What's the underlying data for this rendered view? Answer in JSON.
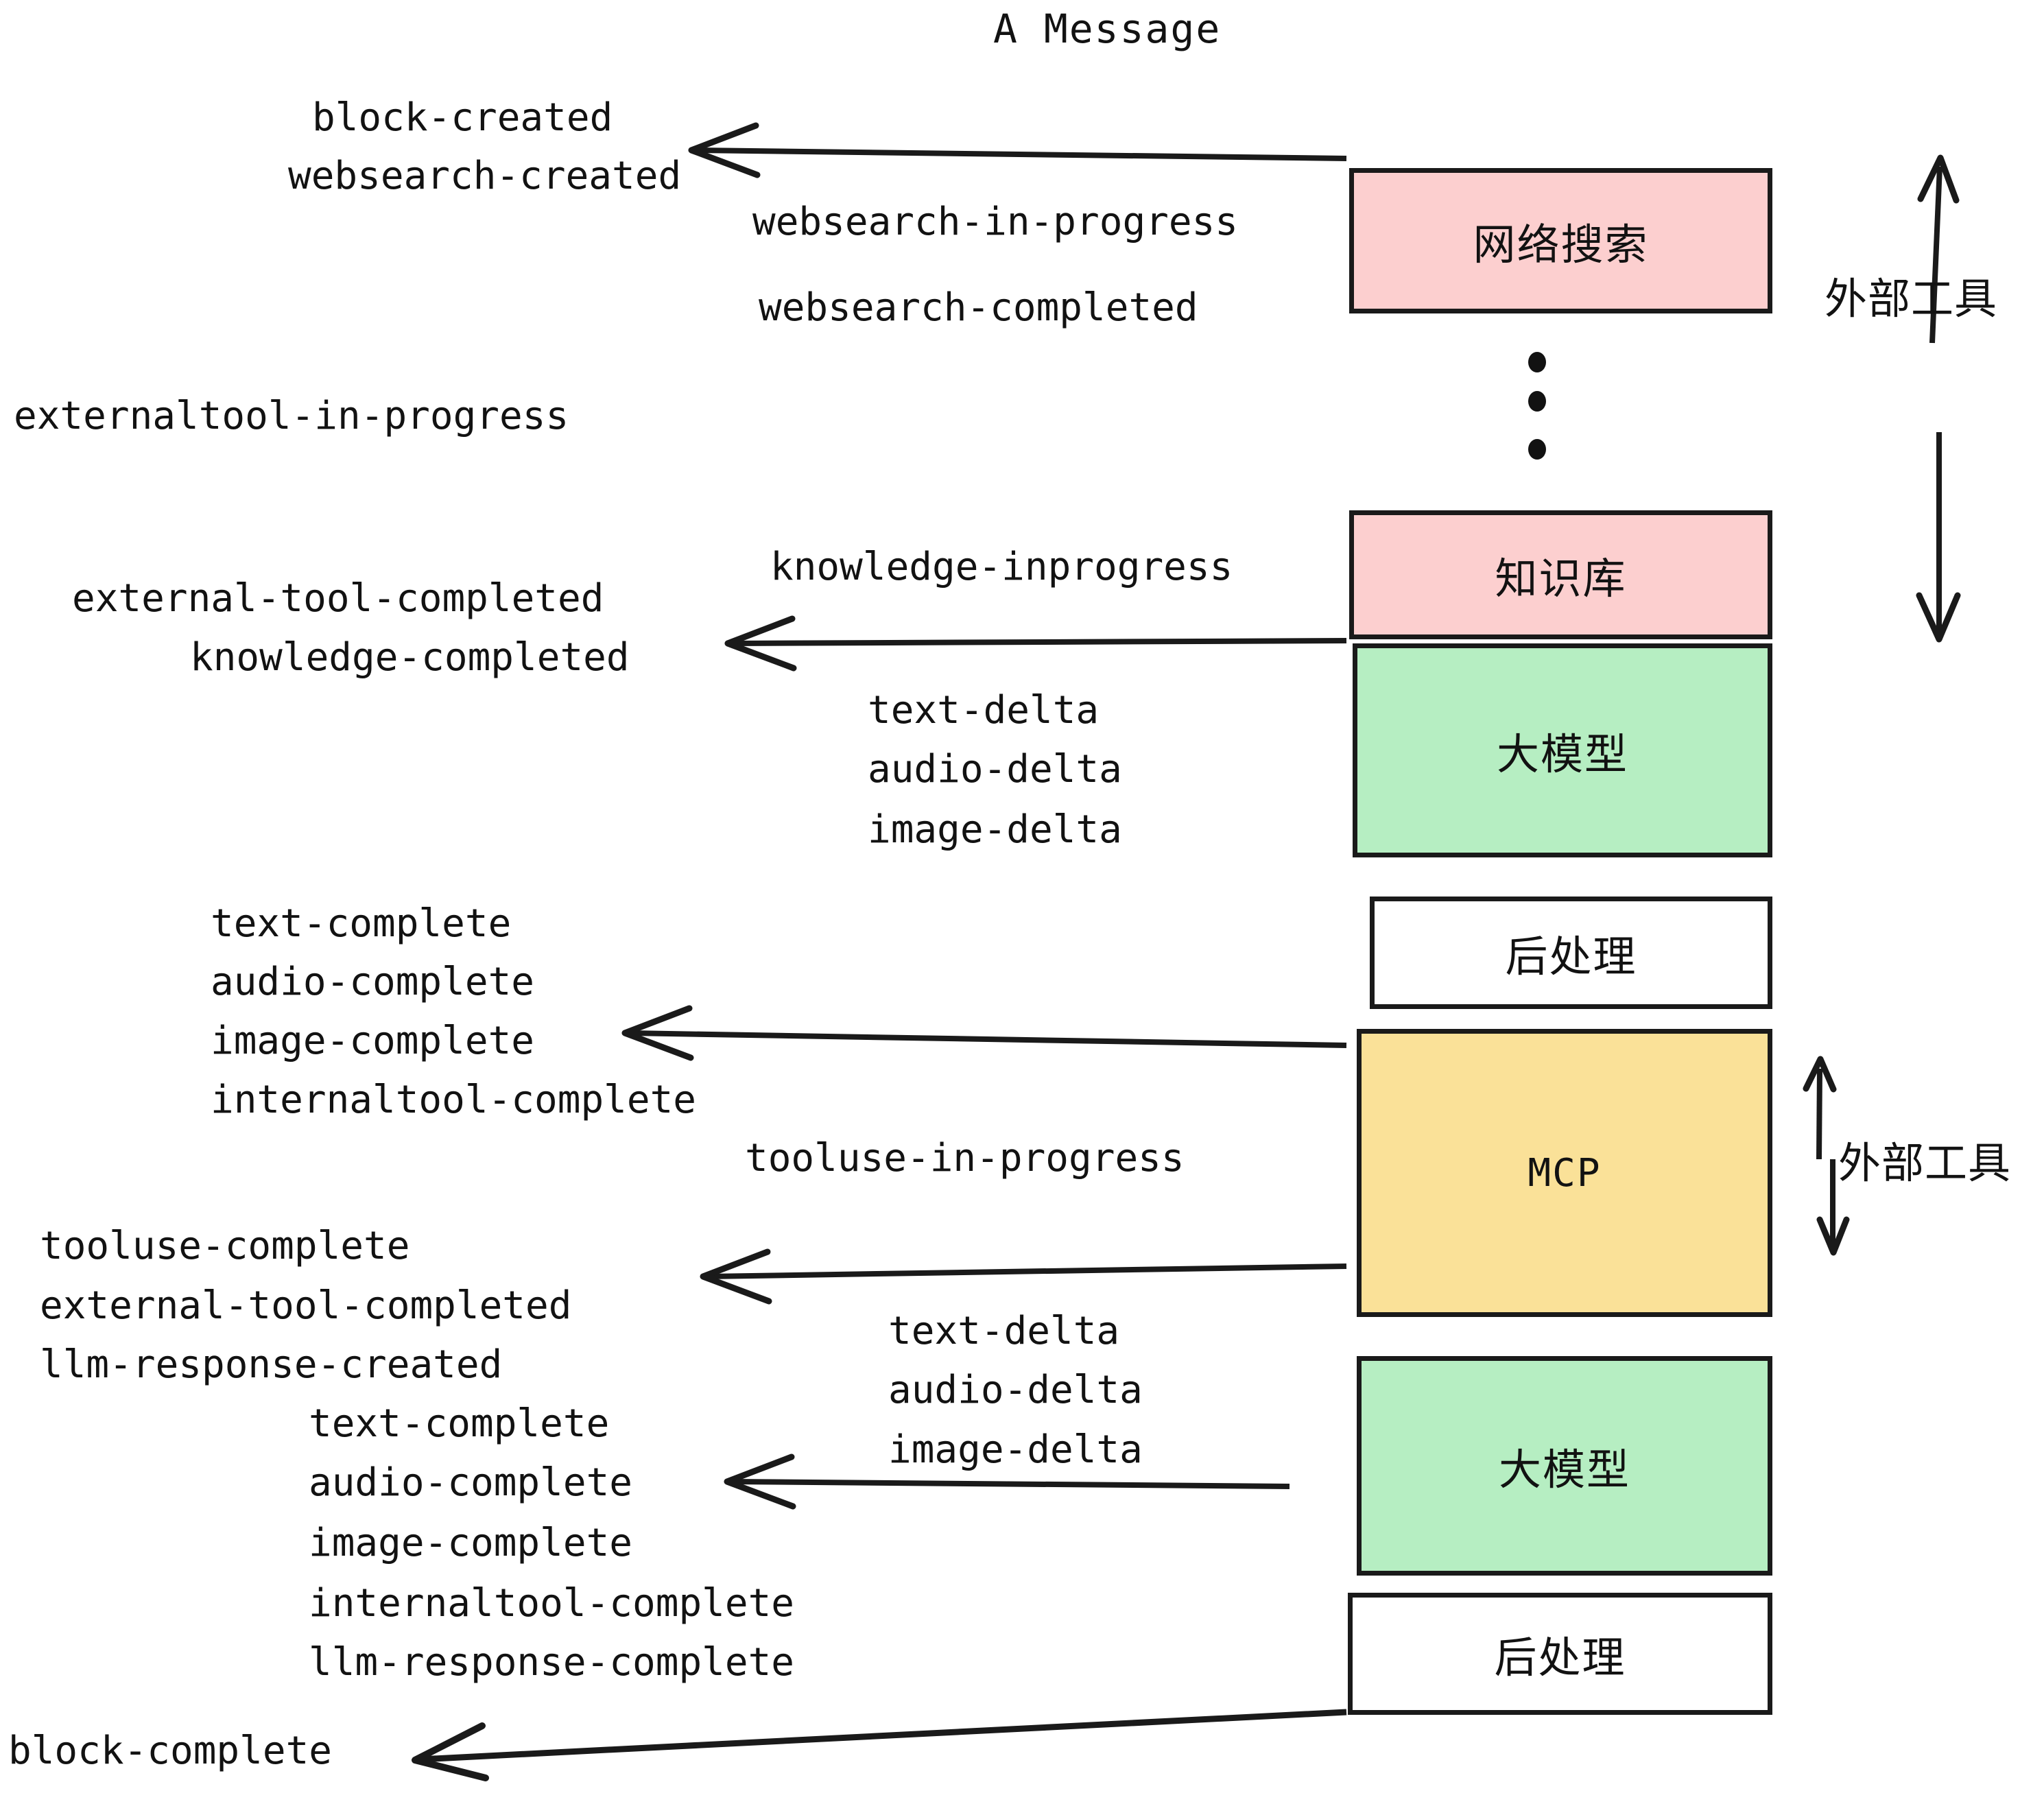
{
  "title": "A Message",
  "colors": {
    "pink": "#fccfcf",
    "green": "#b6eec2",
    "yellow": "#fae198",
    "white": "#ffffff",
    "stroke": "#1a1a1a",
    "text": "#121212"
  },
  "boxes": [
    {
      "id": "websearch",
      "label": "网络搜索",
      "fill": "pink",
      "mono": false
    },
    {
      "id": "knowledgebase",
      "label": "知识库",
      "fill": "pink",
      "mono": false
    },
    {
      "id": "llm-1",
      "label": "大模型",
      "fill": "green",
      "mono": false
    },
    {
      "id": "postprocess-1",
      "label": "后处理",
      "fill": "white",
      "mono": false
    },
    {
      "id": "mcp",
      "label": "MCP",
      "fill": "yellow",
      "mono": true
    },
    {
      "id": "llm-2",
      "label": "大模型",
      "fill": "green",
      "mono": false
    },
    {
      "id": "postprocess-2",
      "label": "后处理",
      "fill": "white",
      "mono": false
    }
  ],
  "side_labels": [
    {
      "id": "external-tools-top",
      "text": "外部工具"
    },
    {
      "id": "external-tools-bottom",
      "text": "外部工具"
    }
  ],
  "events": {
    "block_created": "block-created",
    "websearch_created": "websearch-created",
    "websearch_in_progress": "websearch-in-progress",
    "websearch_completed": "websearch-completed",
    "externaltool_in_progress": "externaltool-in-progress",
    "knowledge_inprogress": "knowledge-inprogress",
    "external_tool_completed_1": "external-tool-completed",
    "knowledge_completed": "knowledge-completed",
    "text_delta_1": "text-delta",
    "audio_delta_1": "audio-delta",
    "image_delta_1": "image-delta",
    "text_complete_1": "text-complete",
    "audio_complete_1": "audio-complete",
    "image_complete_1": "image-complete",
    "internaltool_complete_1": "internaltool-complete",
    "tooluse_in_progress": "tooluse-in-progress",
    "tooluse_complete": "tooluse-complete",
    "external_tool_completed_2": "external-tool-completed",
    "llm_response_created": "llm-response-created",
    "text_delta_2": "text-delta",
    "audio_delta_2": "audio-delta",
    "image_delta_2": "image-delta",
    "text_complete_2": "text-complete",
    "audio_complete_2": "audio-complete",
    "image_complete_2": "image-complete",
    "internaltool_complete_2": "internaltool-complete",
    "llm_response_complete": "llm-response-complete",
    "block_complete": "block-complete"
  }
}
